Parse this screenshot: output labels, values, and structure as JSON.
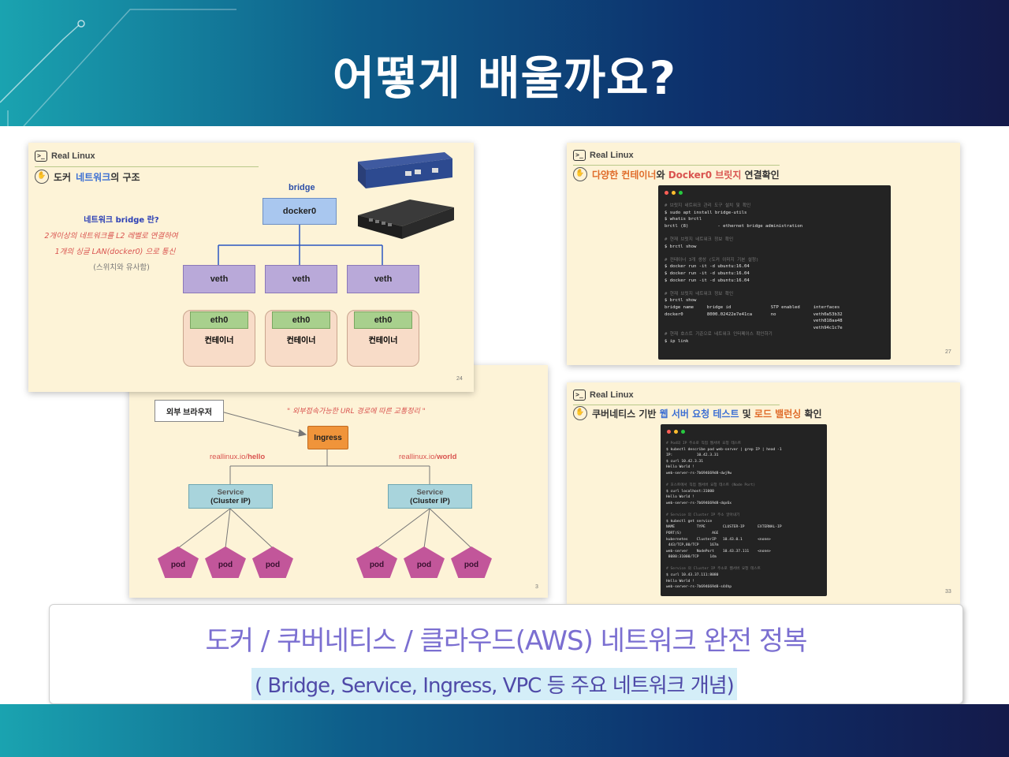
{
  "header": {
    "title": "어떻게 배울까요?"
  },
  "slide1": {
    "logo": "Real Linux",
    "title_prefix": "도커",
    "title_highlight": "네트워크",
    "title_suffix": "의 구조",
    "bridge_label": "bridge",
    "docker0": "docker0",
    "veth": [
      "veth",
      "veth",
      "veth"
    ],
    "eth0": [
      "eth0",
      "eth0",
      "eth0"
    ],
    "container": [
      "컨테이너",
      "컨테이너",
      "컨테이너"
    ],
    "note_title": "네트워크 bridge 란?",
    "note_line1": "2개이상의 네트워크를 L2 레벨로 연결하여",
    "note_line2": "1개의 싱글 LAN(docker0) 으로 통신",
    "note_line3": "(스위치와 유사함)",
    "page": "24"
  },
  "slide2": {
    "logo": "Real Linux",
    "title_a": "다양한 컨테이너",
    "title_b": "와 ",
    "title_c": "Docker0 브릿지",
    "title_d": " 연결확인",
    "page": "27",
    "lines": [
      {
        "t": "# 브릿지 네트워크 관리 도구 설치 및 확인",
        "c": "tc"
      },
      {
        "t": "$ sudo apt install bridge-utils",
        "c": ""
      },
      {
        "t": "$ whatis brctl",
        "c": ""
      },
      {
        "t": "brctl (8)           - ethernet bridge administration",
        "c": ""
      },
      {
        "t": "",
        "c": ""
      },
      {
        "t": "# 현재 브릿지 네트워크 정보 확인",
        "c": "tc"
      },
      {
        "t": "$ brctl show",
        "c": ""
      },
      {
        "t": "",
        "c": ""
      },
      {
        "t": "# 컨테이너 3개 생성 (도커 이미지 기본 설정)",
        "c": "tc"
      },
      {
        "t": "$ docker run -it -d ubuntu:16.04",
        "c": ""
      },
      {
        "t": "$ docker run -it -d ubuntu:16.04",
        "c": ""
      },
      {
        "t": "$ docker run -it -d ubuntu:16.04",
        "c": ""
      },
      {
        "t": "",
        "c": ""
      },
      {
        "t": "# 현재 브릿지 네트워크 정보 확인",
        "c": "tc"
      },
      {
        "t": "$ brctl show",
        "c": ""
      },
      {
        "t": "bridge name     bridge id               STP enabled     interfaces",
        "c": ""
      },
      {
        "t": "docker0         8000.02422e7e41ca       no              veth0a53b32",
        "c": ""
      },
      {
        "t": "                                                        veth818aa48",
        "c": ""
      },
      {
        "t": "                                                        veth94c1c7e",
        "c": ""
      },
      {
        "t": "# 현재 호스트 기준으로 네트워크 인터페이스 확인하기",
        "c": "tc"
      },
      {
        "t": "$ ip link",
        "c": ""
      }
    ]
  },
  "slide3": {
    "browser": "외부 브라우저",
    "quote": "\" 외부접속가능한 URL 경로에 따른 교통정리 \"",
    "ingress": "Ingress",
    "url_hello_a": "reallinux.io/",
    "url_hello_b": "hello",
    "url_world_a": "reallinux.io/",
    "url_world_b": "world",
    "service": "Service",
    "cluster_ip": "(Cluster IP)",
    "pod": "pod",
    "page": "3"
  },
  "slide4": {
    "logo": "Real Linux",
    "title_a": "쿠버네티스 기반 ",
    "title_b": "웹 서버 요청 테스트",
    "title_c": " 및 ",
    "title_d": "로드 밸런싱",
    "title_e": " 확인",
    "page": "33",
    "lines": [
      {
        "t": "# Pod의 IP 주소로 직접 웹서버 요청 테스트",
        "c": "tc"
      },
      {
        "t": "$ kubectl describe pod web-server | grep IP | head -1",
        "c": ""
      },
      {
        "t": "IP:           10.42.3.31",
        "c": ""
      },
      {
        "t": "$ curl 10.42.3.31",
        "c": ""
      },
      {
        "t": "Hello World !",
        "c": ""
      },
      {
        "t": "web-server-rs-7b694669d8-dwj9w",
        "c": ""
      },
      {
        "t": "",
        "c": ""
      },
      {
        "t": "# 호스트에서 직접 웹서버 요청 테스트 (Node Port)",
        "c": "tc"
      },
      {
        "t": "$ curl localhost:31000",
        "c": ""
      },
      {
        "t": "Hello World !",
        "c": ""
      },
      {
        "t": "web-server-rs-7b694669d8-dqx6x",
        "c": ""
      },
      {
        "t": "",
        "c": ""
      },
      {
        "t": "# Service 의 Cluster IP 주소 알아내기",
        "c": "tc"
      },
      {
        "t": "$ kubectl get service",
        "c": ""
      },
      {
        "t": "NAME          TYPE        CLUSTER-IP      EXTERNAL-IP",
        "c": ""
      },
      {
        "t": "PORT(S)              AGE",
        "c": ""
      },
      {
        "t": "kubernetes    ClusterIP   10.43.0.1       <none>",
        "c": ""
      },
      {
        "t": " 443/TCP,80/TCP     167m",
        "c": ""
      },
      {
        "t": "web-server    NodePort    10.43.37.111    <none>",
        "c": ""
      },
      {
        "t": " 8080:31000/TCP     14m",
        "c": ""
      },
      {
        "t": "",
        "c": ""
      },
      {
        "t": "# Service 의 Cluster IP 주소로 웹서버 요청 테스트",
        "c": "tc"
      },
      {
        "t": "$ curl 10.43.37.111:8080",
        "c": ""
      },
      {
        "t": "Hello World !",
        "c": ""
      },
      {
        "t": "web-server-rs-7b694669d8-s44hp",
        "c": ""
      }
    ]
  },
  "bottom": {
    "main": "도커 / 쿠버네티스 / 클라우드(AWS) 네트워크 완전 정복",
    "sub": "( Bridge, Service, Ingress, VPC 등 주요 네트워크  개념)"
  },
  "colors": {
    "accent": "#7b6fd1",
    "header_start": "#1aa3b0",
    "header_end": "#141a4a"
  }
}
